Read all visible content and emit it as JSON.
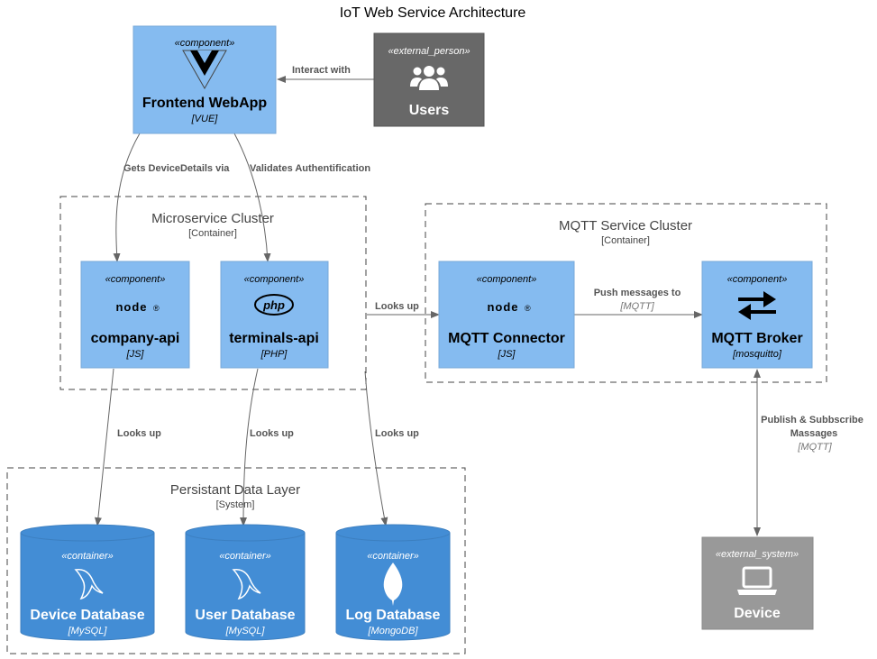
{
  "title": "IoT Web Service Architecture",
  "colors": {
    "component": "#85BBF0",
    "container_db": "#438DD5",
    "external_person": "#686868",
    "external_system": "#999999",
    "relation": "#666666"
  },
  "boundaries": {
    "microservice": {
      "title": "Microservice Cluster",
      "type": "[Container]"
    },
    "mqtt": {
      "title": "MQTT Service Cluster",
      "type": "[Container]"
    },
    "persistence": {
      "title": "Persistant Data Layer",
      "type": "[System]"
    }
  },
  "nodes": {
    "frontend": {
      "stereotype": "«component»",
      "name": "Frontend WebApp",
      "tech": "[VUE]",
      "icon": "vue-logo"
    },
    "users": {
      "stereotype": "«external_person»",
      "name": "Users",
      "icon": "users-icon"
    },
    "company_api": {
      "stereotype": "«component»",
      "name": "company-api",
      "tech": "[JS]",
      "icon": "nodejs-logo",
      "logo_text": "node",
      "logo_mark": "®"
    },
    "terminals_api": {
      "stereotype": "«component»",
      "name": "terminals-api",
      "tech": "[PHP]",
      "icon": "php-logo",
      "logo_text": "php"
    },
    "mqtt_connector": {
      "stereotype": "«component»",
      "name": "MQTT Connector",
      "tech": "[JS]",
      "icon": "nodejs-logo",
      "logo_text": "node",
      "logo_mark": "®"
    },
    "mqtt_broker": {
      "stereotype": "«component»",
      "name": "MQTT Broker",
      "tech": "[mosquitto]",
      "icon": "exchange-arrows-icon"
    },
    "device_db": {
      "stereotype": "«container»",
      "name": "Device Database",
      "tech": "[MySQL]",
      "icon": "mysql-dolphin-icon"
    },
    "user_db": {
      "stereotype": "«container»",
      "name": "User Database",
      "tech": "[MySQL]",
      "icon": "mysql-dolphin-icon"
    },
    "log_db": {
      "stereotype": "«container»",
      "name": "Log Database",
      "tech": "[MongoDB]",
      "icon": "mongodb-leaf-icon"
    },
    "device": {
      "stereotype": "«external_system»",
      "name": "Device",
      "icon": "laptop-icon"
    }
  },
  "relations": {
    "interact": {
      "label": "Interact with"
    },
    "gets_device": {
      "label": "Gets DeviceDetails via"
    },
    "validates": {
      "label": "Validates Authentification"
    },
    "looks_up_mqtt": {
      "label": "Looks up"
    },
    "push": {
      "label": "Push messages to",
      "tech": "[MQTT]"
    },
    "looks_up_company": {
      "label": "Looks up"
    },
    "looks_up_terminals": {
      "label": "Looks up"
    },
    "looks_up_log": {
      "label": "Looks up"
    },
    "publish": {
      "label_line1": "Publish & Subbscribe",
      "label_line2": "Massages",
      "tech": "[MQTT]"
    }
  }
}
